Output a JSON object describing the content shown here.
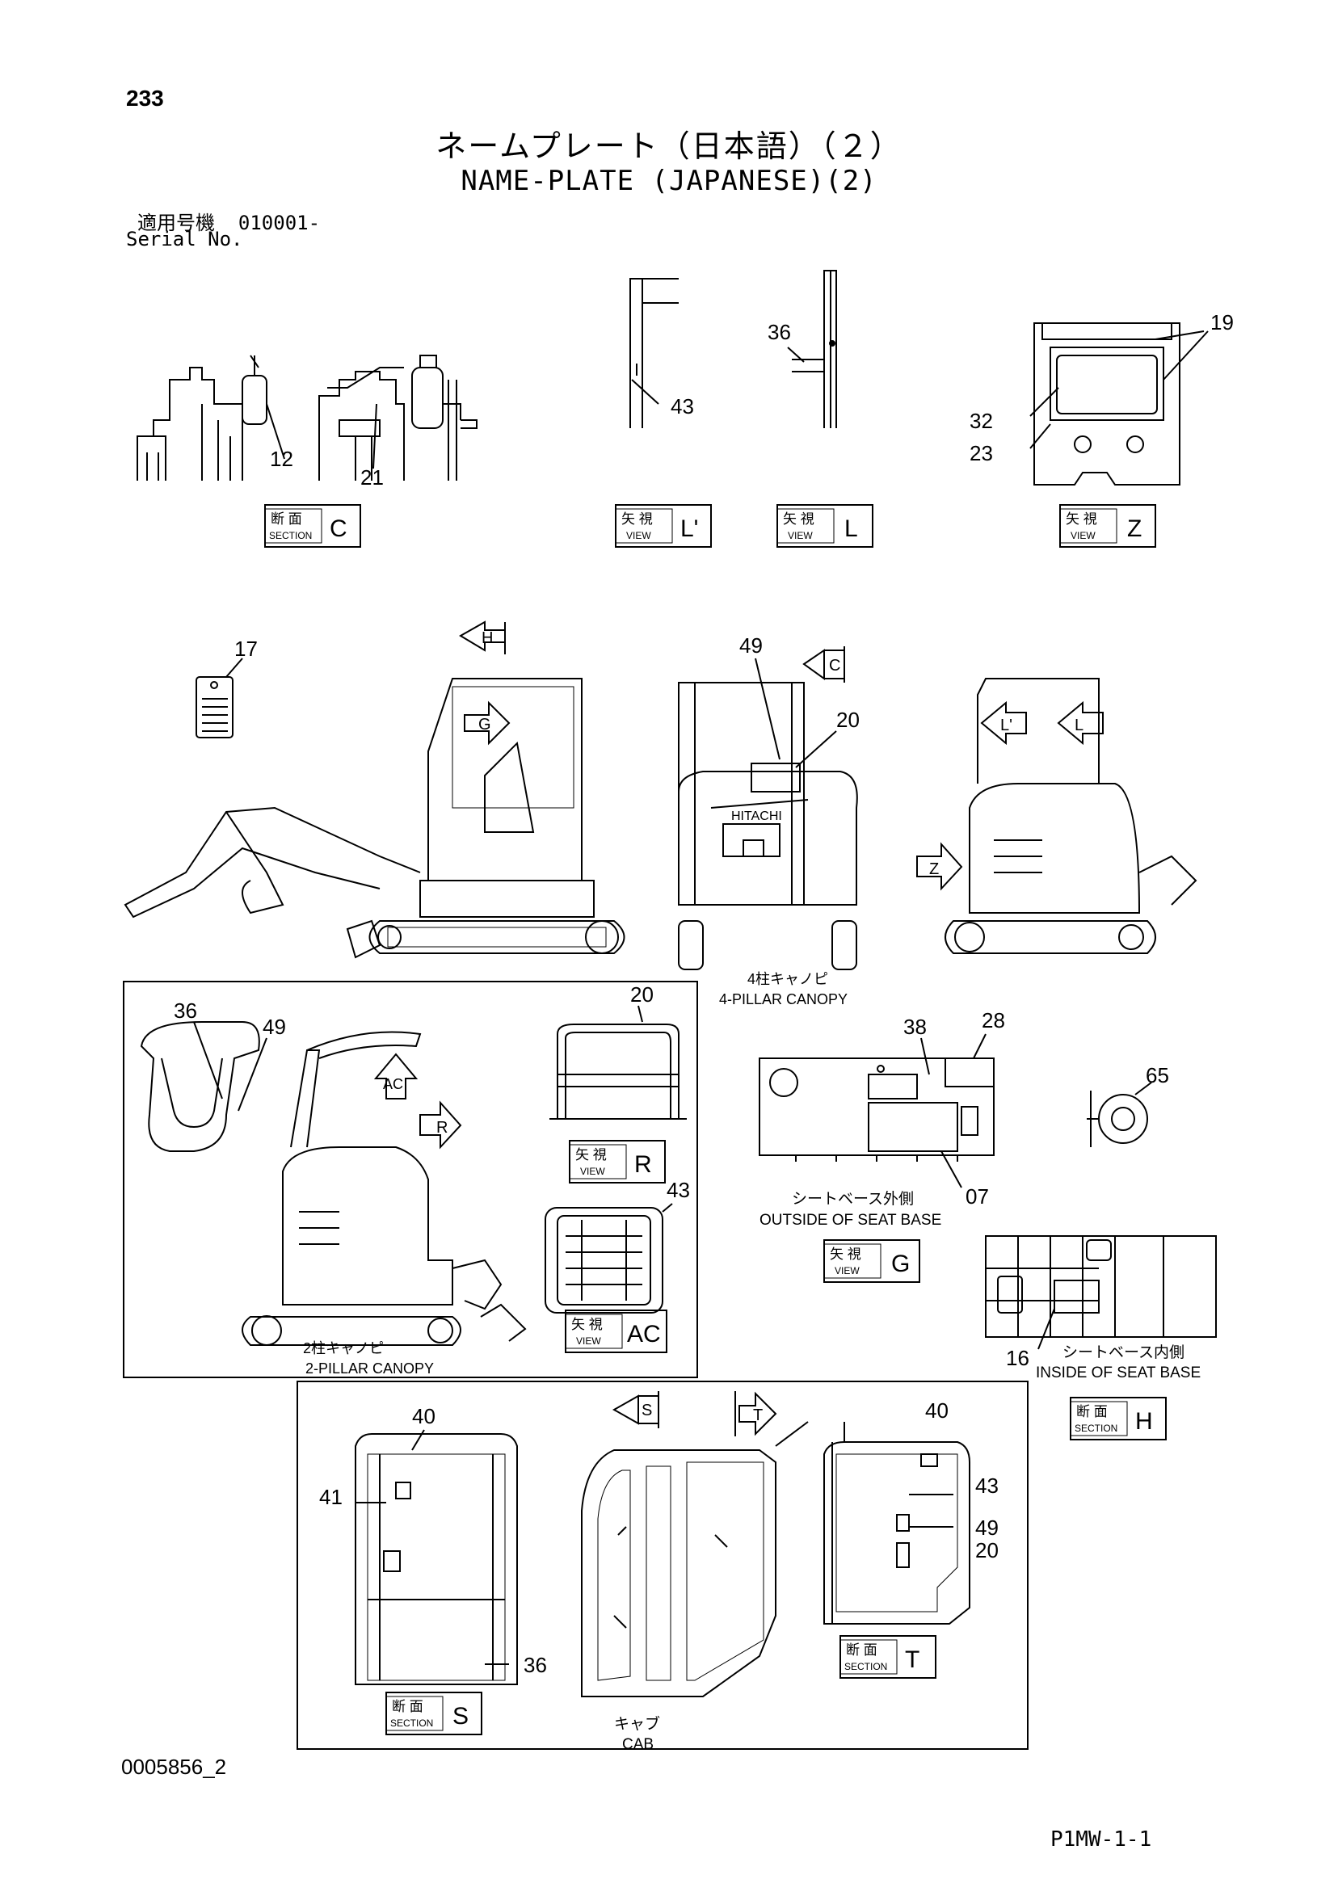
{
  "page_number": "233",
  "title_jp": "ネームプレート（日本語）（２）",
  "title_en": "NAME-PLATE (JAPANESE)(2)",
  "serial_label_jp": "適用号機",
  "serial_value": "010001-",
  "serial_label_en": "Serial No.",
  "drawing_id": "0005856_2",
  "page_code": "P1MW-1-1",
  "view_tags": [
    {
      "jp": "断 面",
      "en": "SECTION",
      "letter": "C"
    },
    {
      "jp": "矢 視",
      "en": "VIEW",
      "letter": "L'"
    },
    {
      "jp": "矢 視",
      "en": "VIEW",
      "letter": "L"
    },
    {
      "jp": "矢 視",
      "en": "VIEW",
      "letter": "Z"
    },
    {
      "jp": "矢 視",
      "en": "VIEW",
      "letter": "R"
    },
    {
      "jp": "矢 視",
      "en": "VIEW",
      "letter": "AC"
    },
    {
      "jp": "矢 視",
      "en": "VIEW",
      "letter": "G"
    },
    {
      "jp": "断 面",
      "en": "SECTION",
      "letter": "H"
    },
    {
      "jp": "断 面",
      "en": "SECTION",
      "letter": "S"
    },
    {
      "jp": "断 面",
      "en": "SECTION",
      "letter": "T"
    }
  ],
  "view_arrows": [
    "H",
    "G",
    "C",
    "L'",
    "L",
    "Z",
    "AC",
    "R",
    "S",
    "T"
  ],
  "callouts": [
    "12",
    "21",
    "43",
    "36",
    "19",
    "32",
    "23",
    "17",
    "49",
    "20",
    "36",
    "49",
    "20",
    "38",
    "28",
    "65",
    "07",
    "43",
    "16",
    "40",
    "41",
    "36",
    "40",
    "43",
    "49",
    "20"
  ],
  "labels": {
    "four_pillar_jp": "4柱キャノピ",
    "four_pillar_en": "4-PILLAR CANOPY",
    "two_pillar_jp": "2柱キャノピ",
    "two_pillar_en": "2-PILLAR CANOPY",
    "outside_seat_jp": "シートベース外側",
    "outside_seat_en": "OUTSIDE OF SEAT BASE",
    "inside_seat_jp": "シートベース内側",
    "inside_seat_en": "INSIDE OF SEAT BASE",
    "cab_jp": "キャブ",
    "cab_en": "CAB",
    "brand": "HITACHI"
  }
}
